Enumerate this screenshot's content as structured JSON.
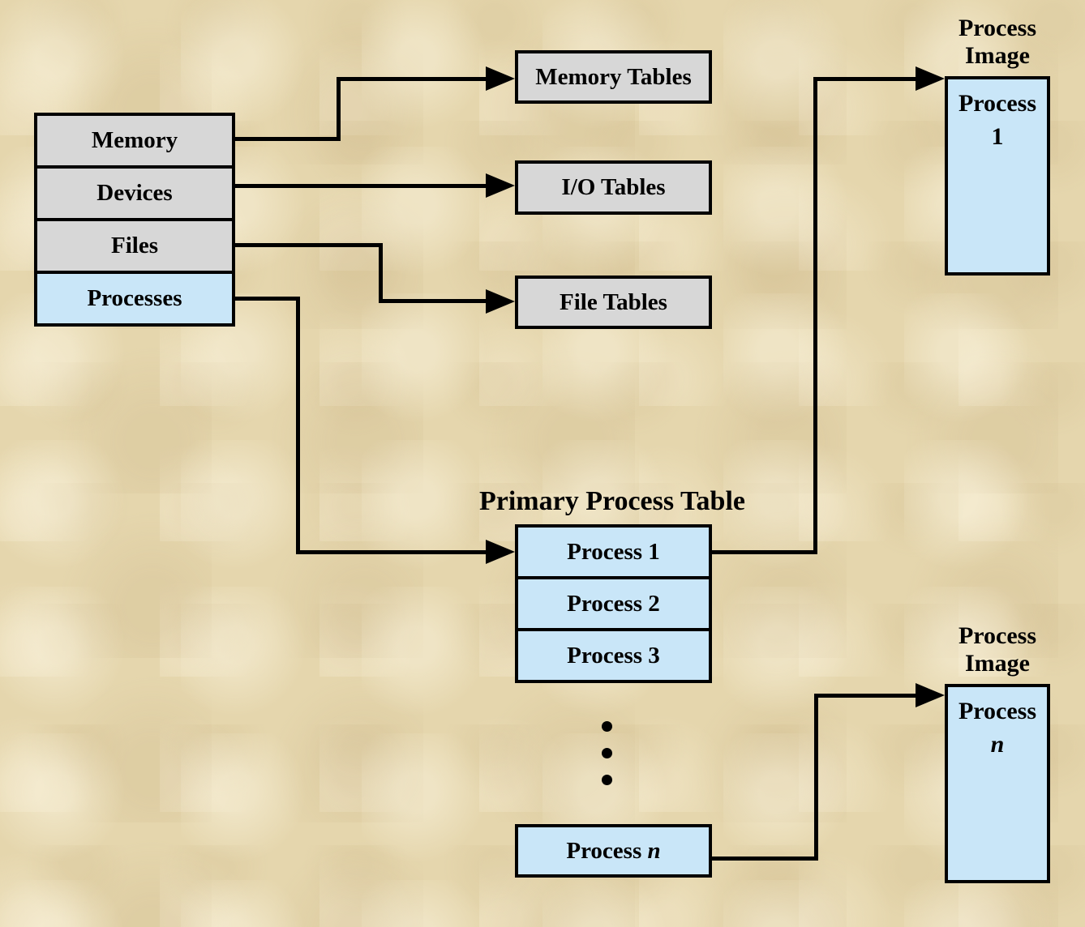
{
  "diagram": {
    "control_block": {
      "rows": [
        {
          "label": "Memory"
        },
        {
          "label": "Devices"
        },
        {
          "label": "Files"
        },
        {
          "label": "Processes"
        }
      ]
    },
    "tables": {
      "memory_tables": "Memory Tables",
      "io_tables": "I/O Tables",
      "file_tables": "File Tables"
    },
    "primary_process_table": {
      "title": "Primary Process Table",
      "rows": [
        "Process 1",
        "Process 2",
        "Process 3"
      ],
      "last_row_prefix": "Process",
      "last_row_n": "n"
    },
    "process_image_top": {
      "caption_line1": "Process",
      "caption_line2": "Image",
      "body_line1": "Process",
      "body_line2": "1"
    },
    "process_image_bottom": {
      "caption_line1": "Process",
      "caption_line2": "Image",
      "body_line1": "Process",
      "body_line2": "n"
    },
    "colors": {
      "background": "#e5d6ad",
      "gray_box": "#d7d7d7",
      "blue_box": "#c9e6f8",
      "line": "#000000"
    }
  }
}
